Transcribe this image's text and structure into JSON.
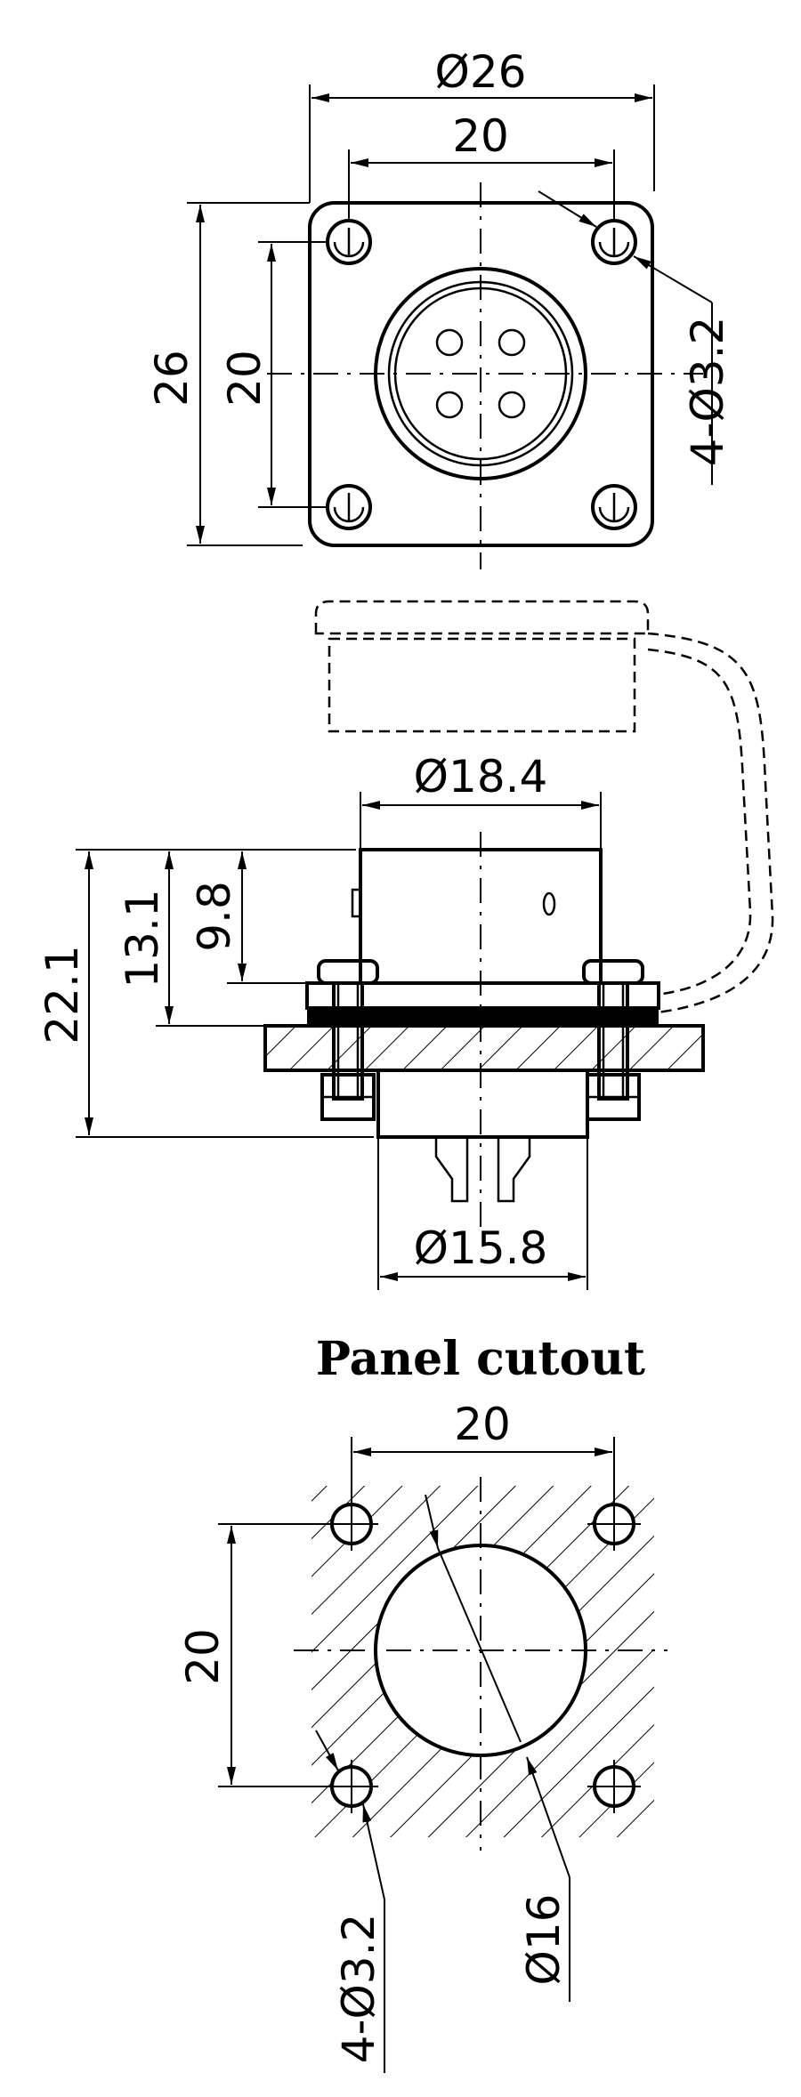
{
  "front_view": {
    "outer_diameter": "Ø26",
    "bolt_spacing": "20",
    "height": "26",
    "bolt_spacing_vertical": "20",
    "mount_holes": "4-Ø3.2"
  },
  "side_view": {
    "body_diameter": "Ø18.4",
    "total_height": "22.1",
    "mount_height": "13.1",
    "body_height": "9.8",
    "rear_diameter": "Ø15.8"
  },
  "panel_cutout": {
    "title": "Panel cutout",
    "hole_spacing": "20",
    "hole_spacing_vertical": "20",
    "mount_holes": "4-Ø3.2",
    "center_hole": "Ø16"
  }
}
